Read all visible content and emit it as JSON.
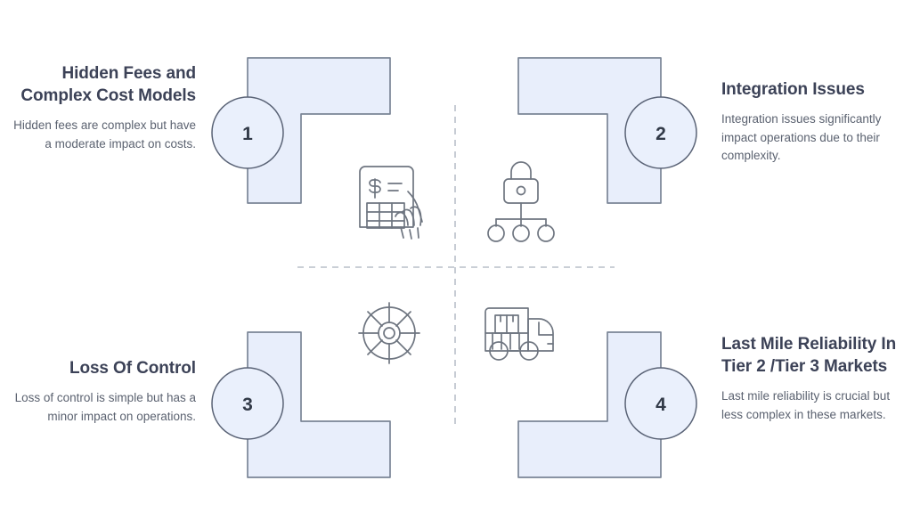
{
  "theme": {
    "background": "#ffffff",
    "shape_fill": "#e8eefb",
    "shape_stroke": "#7a8596",
    "badge_fill": "#eaf0fc",
    "badge_stroke": "#5a6376",
    "divider": "#b9bfc9",
    "icon_stroke": "#6e7580",
    "title_color": "#3c4257",
    "body_color": "#5b6270"
  },
  "quadrants": [
    {
      "number": "1",
      "title": "Hidden Fees and Complex Cost Models",
      "description": "Hidden fees are complex but have a moderate impact on costs.",
      "icon": "invoice-hand-icon",
      "position": "top-left"
    },
    {
      "number": "2",
      "title": "Integration Issues",
      "description": "Integration issues significantly impact operations due to their complexity.",
      "icon": "lock-hierarchy-icon",
      "position": "top-right"
    },
    {
      "number": "3",
      "title": "Loss Of Control",
      "description": "Loss of control is simple but has a minor impact on operations.",
      "icon": "ship-helm-icon",
      "position": "bottom-left"
    },
    {
      "number": "4",
      "title": "Last Mile Reliability In Tier 2 /Tier 3 Markets",
      "description": "Last mile reliability is crucial but less complex in these markets.",
      "icon": "delivery-truck-icon",
      "position": "bottom-right"
    }
  ]
}
